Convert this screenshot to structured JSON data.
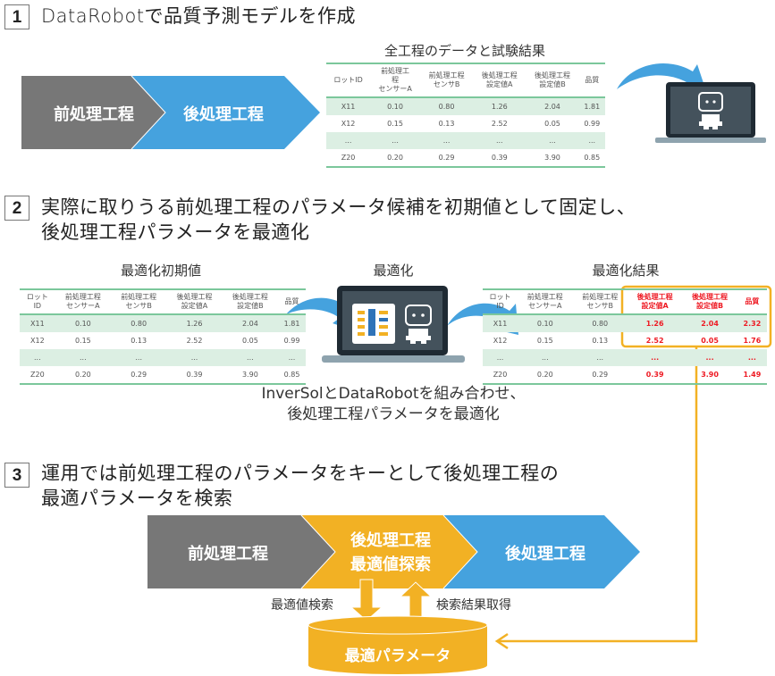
{
  "step1": {
    "number": "1",
    "title": "DataRobotで品質予測モデルを作成",
    "process": {
      "pre": "前処理工程",
      "post": "後処理工程"
    },
    "table_caption": "全工程のデータと試験結果",
    "table": {
      "headers": [
        "ロットID",
        "前処理工\n程\nセンサーA",
        "前処理工程\nセンサB",
        "後処理工程\n設定値A",
        "後処理工程\n設定値B",
        "品質"
      ],
      "rows": [
        [
          "X11",
          "0.10",
          "0.80",
          "1.26",
          "2.04",
          "1.81"
        ],
        [
          "X12",
          "0.15",
          "0.13",
          "2.52",
          "0.05",
          "0.99"
        ],
        [
          "...",
          "...",
          "...",
          "...",
          "...",
          "..."
        ],
        [
          "Z20",
          "0.20",
          "0.29",
          "0.39",
          "3.90",
          "0.85"
        ]
      ]
    },
    "icon": "laptop-robot-icon"
  },
  "step2": {
    "number": "2",
    "title_line1": "実際に取りうる前処理工程のパラメータ候補を初期値として固定し、",
    "title_line2": "後処理工程パラメータを最適化",
    "initial_caption": "最適化初期値",
    "optimize_caption": "最適化",
    "result_caption": "最適化結果",
    "initial_table": {
      "headers": [
        "ロット\nID",
        "前処理工程\nセンサーA",
        "前処理工程\nセンサB",
        "後処理工程\n設定値A",
        "後処理工程\n設定値B",
        "品質"
      ],
      "rows": [
        [
          "X11",
          "0.10",
          "0.80",
          "1.26",
          "2.04",
          "1.81"
        ],
        [
          "X12",
          "0.15",
          "0.13",
          "2.52",
          "0.05",
          "0.99"
        ],
        [
          "...",
          "...",
          "...",
          "...",
          "...",
          "..."
        ],
        [
          "Z20",
          "0.20",
          "0.29",
          "0.39",
          "3.90",
          "0.85"
        ]
      ]
    },
    "result_table": {
      "headers": [
        "ロット\nID",
        "前処理工程\nセンサーA",
        "前処理工程\nセンサB",
        "後処理工程\n設定値A",
        "後処理工程\n設定値B",
        "品質"
      ],
      "rows": [
        [
          "X11",
          "0.10",
          "0.80",
          "1.26",
          "2.04",
          "2.32"
        ],
        [
          "X12",
          "0.15",
          "0.13",
          "2.52",
          "0.05",
          "1.76"
        ],
        [
          "...",
          "...",
          "...",
          "...",
          "...",
          "..."
        ],
        [
          "Z20",
          "0.20",
          "0.29",
          "0.39",
          "3.90",
          "1.49"
        ]
      ],
      "highlight_columns": [
        3,
        4,
        5
      ]
    },
    "description_line1": "InverSolとDataRobotを組み合わせ、",
    "description_line2": "後処理工程パラメータを最適化",
    "icons": [
      "laptop-icon",
      "inversol-logo-icon",
      "robot-icon"
    ]
  },
  "step3": {
    "number": "3",
    "title_line1": "運用では前処理工程のパラメータをキーとして後処理工程の",
    "title_line2": "最適パラメータを検索",
    "process": {
      "pre": "前処理工程",
      "search_line1": "後処理工程",
      "search_line2": "最適値探索",
      "post": "後処理工程"
    },
    "arrow_down_label": "最適値検索",
    "arrow_up_label": "検索結果取得",
    "database_label": "最適パラメータ"
  },
  "colors": {
    "gray": "#777777",
    "blue": "#45a2de",
    "orange": "#f2b124",
    "table_green": "#7bc79b",
    "table_shade": "#dcefe3",
    "highlight_red": "#ee1b24",
    "laptop_dark": "#1f2a33",
    "laptop_screen": "#44525c"
  }
}
